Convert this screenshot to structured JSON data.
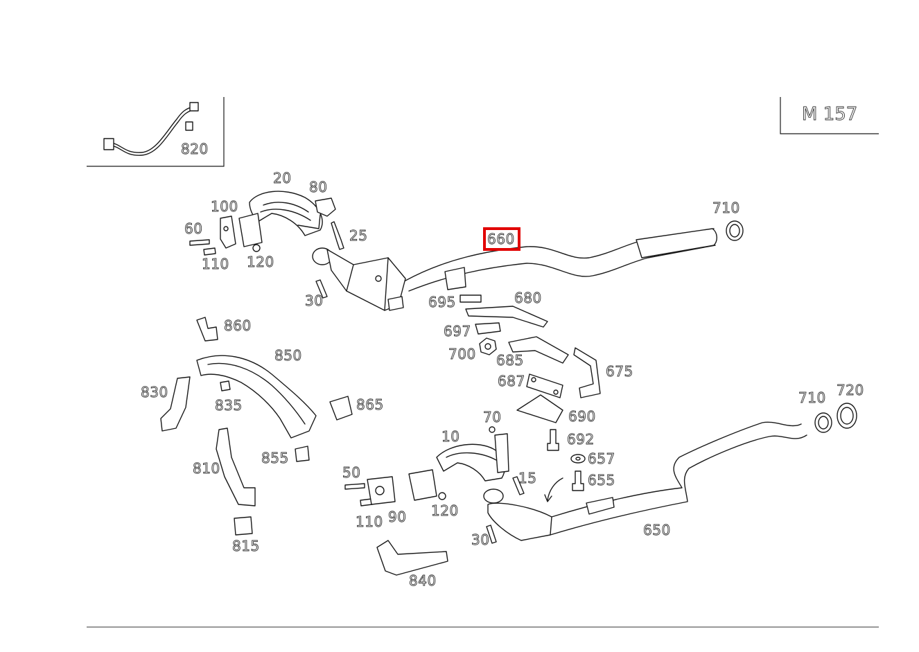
{
  "model_label": "M 157",
  "highlight": {
    "color": "#e10000",
    "part": "660"
  },
  "parts": {
    "p820": "820",
    "p20": "20",
    "p80": "80",
    "p100": "100",
    "p60": "60",
    "p25": "25",
    "p110a": "110",
    "p120a": "120",
    "p30a": "30",
    "p660": "660",
    "p710a": "710",
    "p695": "695",
    "p680": "680",
    "p697": "697",
    "p700": "700",
    "p685": "685",
    "p675": "675",
    "p687": "687",
    "p690": "690",
    "p692": "692",
    "p657": "657",
    "p655": "655",
    "p860": "860",
    "p850": "850",
    "p830": "830",
    "p835": "835",
    "p865": "865",
    "p855": "855",
    "p810": "810",
    "p815": "815",
    "p840": "840",
    "p70": "70",
    "p10": "10",
    "p15": "15",
    "p50": "50",
    "p110b": "110",
    "p90": "90",
    "p120b": "120",
    "p30b": "30",
    "p650": "650",
    "p710b": "710",
    "p720": "720"
  }
}
